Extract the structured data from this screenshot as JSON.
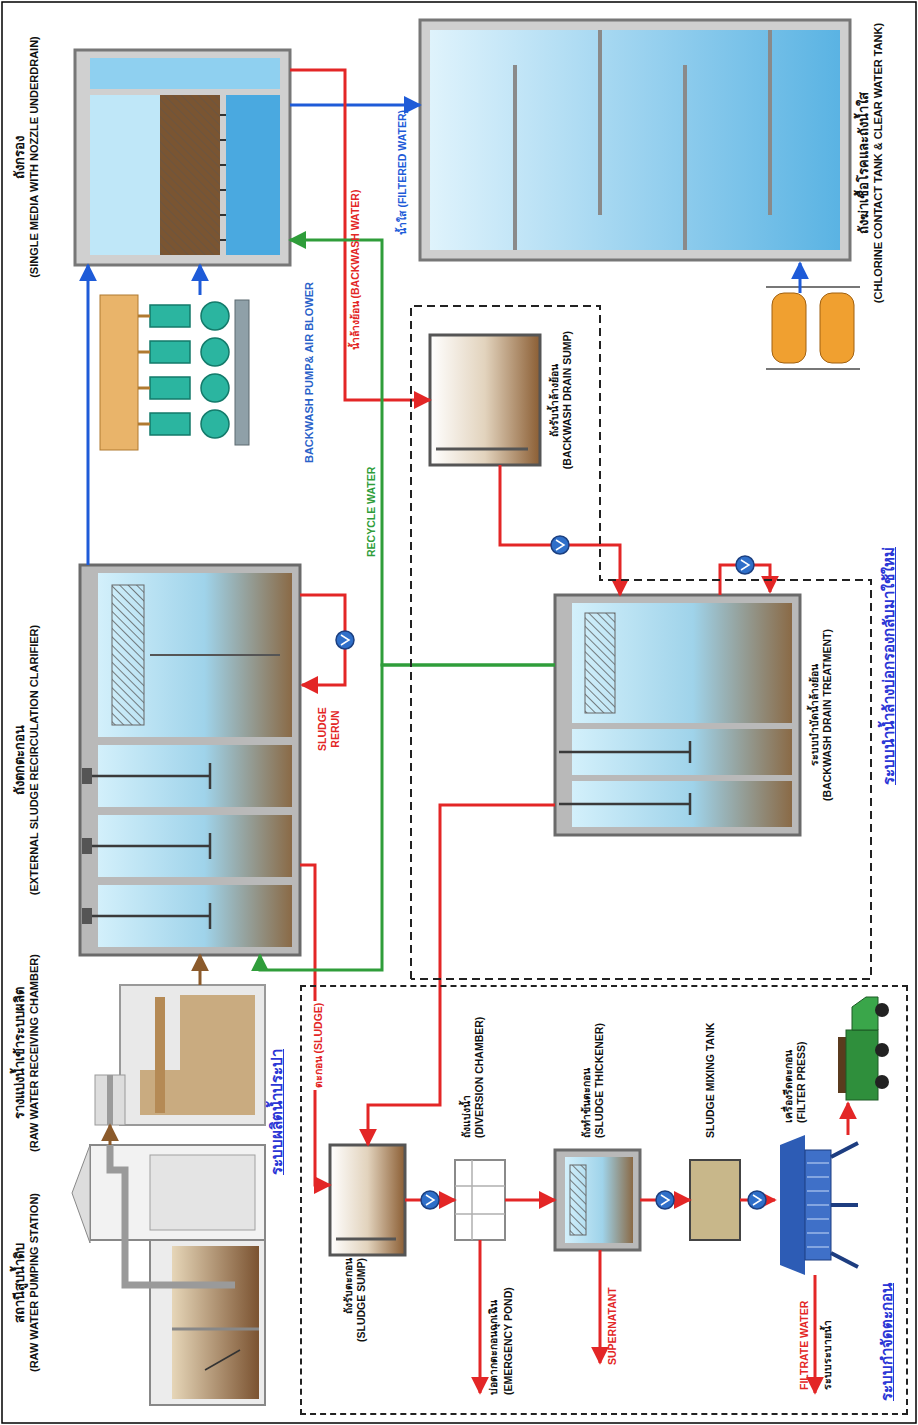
{
  "diagram": {
    "nodes": [
      {
        "text": [
          "สถานีสูบน้ำดิบ",
          "(RAW WATER PUMPING STATION)"
        ]
      },
      {
        "text": [
          "รางแบ่งน้ำเข้าระบบผลิต",
          "(RAW WATER RECEIVING CHAMBER)"
        ]
      },
      {
        "text": [
          "ถังตกตะกอน",
          "(EXTERNAL SLUDGE RECIRCULATION CLARIFIER)"
        ]
      },
      {
        "text": [
          "ถังกรอง",
          "(SINGLE MEDIA WITH NOZZLE UNDERDRAIN)"
        ]
      },
      {
        "text": [
          "BACKWASH PUMP& AIR BLOWER"
        ]
      },
      {
        "text": [
          "ถังฆ่าเชื้อโรคและถังน้ำใส",
          "(CHLORINE CONTACT TANK & CLEAR WATER TANK)"
        ]
      },
      {
        "text": [
          "ระบบนำน้ำล้างบ่อกรองกลับมาใช้ใหม่"
        ]
      },
      {
        "text": [
          "ถังรับน้ำล้างย้อน",
          "(BACKWASH DRAIN SUMP)"
        ],
        "in": 6
      },
      {
        "text": [
          "ระบบบำบัดน้ำล้างย้อน",
          "(BACKWASH DRAIN TREATMENT)"
        ],
        "in": 6
      },
      {
        "text": [
          "ระบบกำจัดตะกอน"
        ]
      },
      {
        "text": [
          "ถังรับตะกอน",
          "(SLUDGE SUMP)"
        ],
        "in": 9
      },
      {
        "text": [
          "ถังแบ่งน้ำ",
          "(DIVERSION CHAMBER)"
        ],
        "in": 9
      },
      {
        "text": [
          "ถังทำข้นตะกอน",
          "(SLUDGE THICKENER)"
        ],
        "in": 9
      },
      {
        "text": [
          "SLUDGE MIXING TANK"
        ],
        "in": 9
      },
      {
        "text": [
          "เครื่องรีดตะกอน",
          "(FILTER PRESS)"
        ],
        "in": 9
      }
    ],
    "edges": [
      {
        "from": 0,
        "to": 1,
        "arrow": "to"
      },
      {
        "from": 1,
        "to": 2,
        "arrow": "to"
      },
      {
        "from": 2,
        "to": 3,
        "arrow": "to"
      },
      {
        "from": 3,
        "to": 5,
        "label": "น้ำใส (FILTERED WATER)",
        "arrow": "to"
      },
      {
        "from": 4,
        "to": 3,
        "arrow": "to"
      },
      {
        "from": 3,
        "to": 7,
        "label": "น้ำล้างย้อน (BACKWASH WATER)",
        "arrow": "to"
      },
      {
        "from": 2,
        "to": 10,
        "label": "ตะกอน (SLUDGE)",
        "arrow": "to"
      },
      {
        "from": 7,
        "to": 8,
        "arrow": "to"
      },
      {
        "from": 8,
        "to": 2,
        "label": "RECYCLE WATER",
        "arrow": "to"
      },
      {
        "from": 8,
        "to": 3,
        "arrow": "to"
      },
      {
        "from": 8,
        "to": 10,
        "arrow": "to"
      },
      {
        "from": 10,
        "to": 11,
        "arrow": "to"
      },
      {
        "from": 11,
        "to": 12,
        "arrow": "to"
      },
      {
        "from": 12,
        "to": 13,
        "arrow": "to"
      },
      {
        "from": 13,
        "to": 14,
        "arrow": "to"
      }
    ],
    "labels": [
      "ระบบผลิตน้ำประปา",
      "SLUDGE RERUN",
      "บ่อตากตะกอนฉุกเฉิน",
      "(EMERGENCY POND)",
      "SUPERNATANT",
      "FILTRATE WATER",
      "ระบบระบายน้ำ"
    ]
  }
}
